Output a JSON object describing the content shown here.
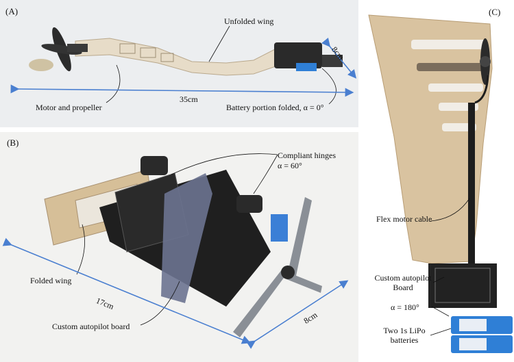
{
  "panels": {
    "a": {
      "tag": "(A)",
      "labels": {
        "unfolded_wing": "Unfolded wing",
        "motor": "Motor and propeller",
        "length": "35cm",
        "width": "8cm",
        "battery": "Battery portion folded, α = 0°"
      }
    },
    "b": {
      "tag": "(B)",
      "labels": {
        "hinges_1": "Compliant hinges",
        "hinges_2": "α = 60°",
        "folded_wing": "Folded wing",
        "length": "17cm",
        "width": "8cm",
        "autopilot": "Custom autopilot board"
      }
    },
    "c": {
      "tag": "(C)",
      "labels": {
        "flex_cable": "Flex motor cable",
        "autopilot_1": "Custom autopilot",
        "autopilot_2": "Board",
        "alpha": "α = 180°",
        "battery_1": "Two 1s LiPo",
        "battery_2": "batteries"
      }
    }
  },
  "colors": {
    "measure_arrow": "#4a7fd0",
    "wood": "#d9c3a0",
    "photo_bg_a": "#eceef0",
    "photo_bg_b": "#f2f2f0"
  }
}
